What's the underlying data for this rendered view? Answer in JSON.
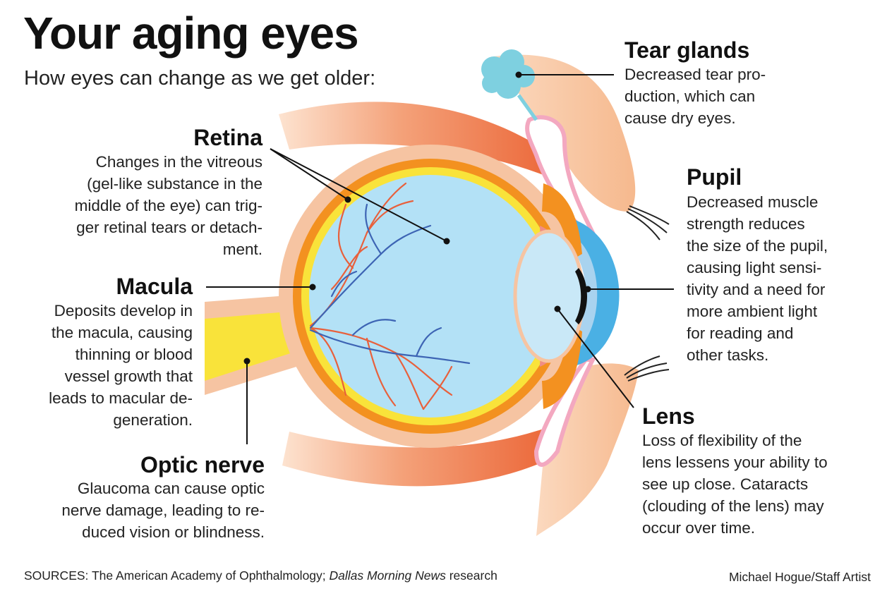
{
  "title": "Your aging eyes",
  "subtitle": "How eyes can change as we get older:",
  "labels": {
    "retina": {
      "heading": "Retina",
      "text": "Changes in the vitreous\n(gel-like substance in the\nmiddle of the eye) can trig-\nger retinal tears or detach-\nment."
    },
    "macula": {
      "heading": "Macula",
      "text": "Deposits develop in\nthe macula, causing\nthinning or blood\nvessel growth that\nleads to macular de-\ngeneration."
    },
    "optic_nerve": {
      "heading": "Optic nerve",
      "text": "Glaucoma can cause optic\nnerve damage, leading to re-\nduced vision or blindness."
    },
    "tear_glands": {
      "heading": "Tear glands",
      "text": "Decreased tear pro-\nduction, which can\ncause dry eyes."
    },
    "pupil": {
      "heading": "Pupil",
      "text": "Decreased muscle\nstrength reduces\nthe size of the pupil,\ncausing light sensi-\ntivity and a need for\nmore ambient light\nfor reading and\nother tasks."
    },
    "lens": {
      "heading": "Lens",
      "text": "Loss of flexibility of the\nlens lessens your ability to\nsee up close. Cataracts\n(clouding of the lens) may\noccur over time."
    }
  },
  "footer": {
    "sources_prefix": "SOURCES: The American Academy of Ophthalmology; ",
    "sources_italic": "Dallas Morning News",
    "sources_suffix": " research",
    "credit": "Michael Hogue/Staff Artist"
  },
  "colors": {
    "vitreous": "#b3e1f6",
    "sclera": "#f6c4a2",
    "choroid": "#f39120",
    "retina_layer": "#f9e33a",
    "optic_nerve": "#f9e33a",
    "cornea": "#4ab0e4",
    "iris": "#f39120",
    "lens": "#c9e8f7",
    "tear_gland": "#7ed0e0",
    "eyelid": "#f9d0b2",
    "conjunctiva": "#f3a8c0",
    "muscle": "#ef7a4b",
    "arteries": "#e8603c",
    "veins": "#3d64b4",
    "leader_lines": "#111111"
  }
}
